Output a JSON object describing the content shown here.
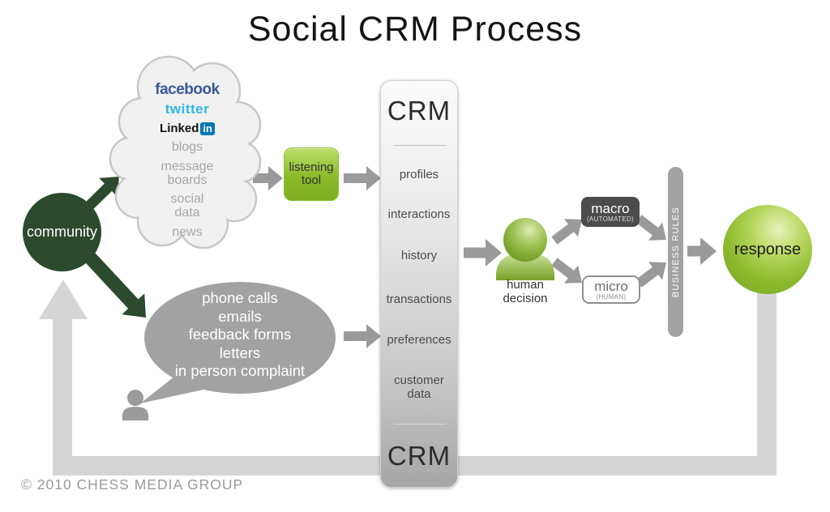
{
  "title": "Social CRM Process",
  "community": {
    "label": "community"
  },
  "cloud": {
    "facebook": "facebook",
    "twitter": "twitter",
    "linkedin_word": "Linked",
    "linkedin_badge": "in",
    "items": [
      "blogs",
      "message\nboards",
      "social\ndata",
      "news"
    ]
  },
  "listening_tool": {
    "label": "listening tool"
  },
  "crm": {
    "title_top": "CRM",
    "items": [
      "profiles",
      "interactions",
      "history",
      "transactions",
      "preferences",
      "customer\ndata"
    ],
    "title_bottom": "CRM"
  },
  "human_decision": {
    "label": "human decision"
  },
  "macro": {
    "label": "macro",
    "sublabel": "(AUTOMATED)"
  },
  "micro": {
    "label": "micro",
    "sublabel": "(HUMAN)"
  },
  "business_rules": {
    "label": "BUSINESS RULES"
  },
  "response": {
    "label": "response"
  },
  "inbound": {
    "lines": [
      "phone calls",
      "emails",
      "feedback forms",
      "letters",
      "in person complaint"
    ]
  },
  "footer": {
    "copyright": "© 2010 CHESS MEDIA GROUP"
  },
  "colors": {
    "dark_green": "#2b4a2e",
    "lime_green": "#8abb2a",
    "arrow_gray": "#9a9a9a",
    "loop_gray": "#d5d5d5",
    "facebook_blue": "#3b5998",
    "twitter_blue": "#2fb6e8",
    "linkedin_blue": "#0077b5"
  }
}
